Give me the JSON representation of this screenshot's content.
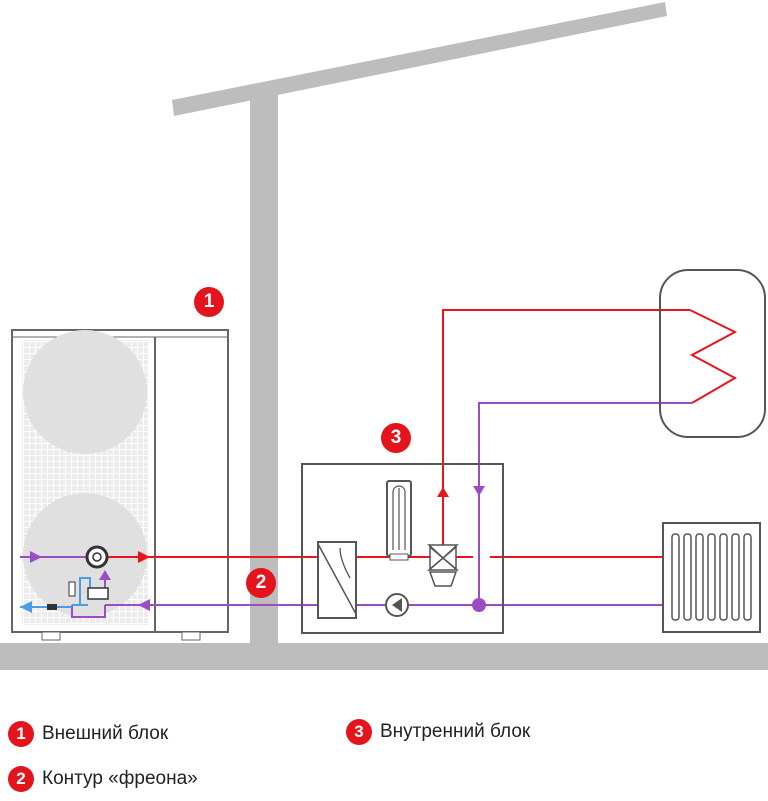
{
  "badges": {
    "outdoor": "1",
    "freon": "2",
    "indoor": "3"
  },
  "legend": [
    {
      "num": "1",
      "label": "Внешний блок"
    },
    {
      "num": "2",
      "label": "Контур «фреона»"
    },
    {
      "num": "3",
      "label": "Внутренний блок"
    }
  ],
  "colors": {
    "hot": "#e8151c",
    "return": "#9b4dc3",
    "freon_blue": "#4a9be8",
    "structure": "#bdbdbd",
    "badge": "#e3141b"
  }
}
